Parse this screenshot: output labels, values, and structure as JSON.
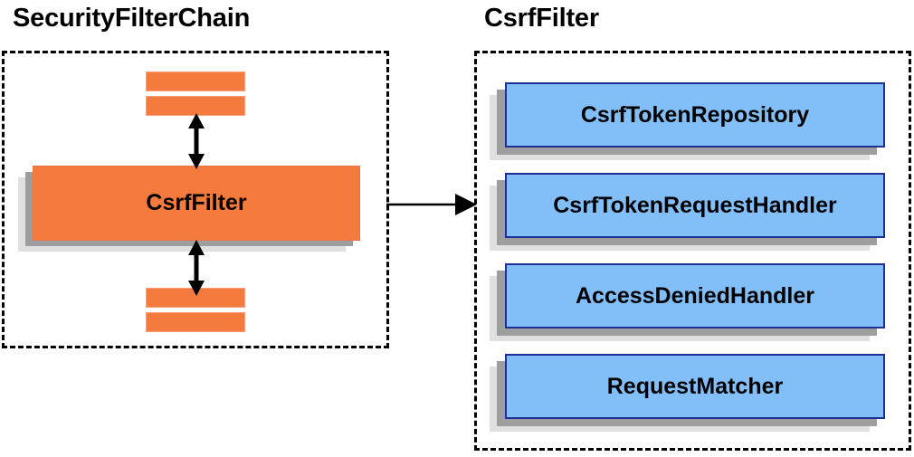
{
  "diagram": {
    "title_left": "SecurityFilterChain",
    "title_right": "CsrfFilter",
    "left_panel": {
      "center_box_label": "CsrfFilter",
      "filter_bars_above": 2,
      "filter_bars_below": 2,
      "arrow_up_label": "bidirectional-filter-chain-link-above",
      "arrow_down_label": "bidirectional-filter-chain-link-below"
    },
    "right_panel": {
      "components": [
        {
          "label": "CsrfTokenRepository"
        },
        {
          "label": "CsrfTokenRequestHandler"
        },
        {
          "label": "AccessDeniedHandler"
        },
        {
          "label": "RequestMatcher"
        }
      ]
    },
    "connector": {
      "label": "csrffilter-detail-arrow",
      "direction": "left-to-right"
    },
    "colors": {
      "orange_fill": "#f47a3e",
      "orange_border": "#e8734a",
      "orange_bar_border": "#f9a07a",
      "blue_fill": "#82bef8",
      "blue_border": "#1f2f96",
      "shadow_near": "#9e9e9e",
      "shadow_far": "#e0e0e0",
      "panel_border": "#000000",
      "background": "#ffffff",
      "text": "#000000"
    }
  }
}
